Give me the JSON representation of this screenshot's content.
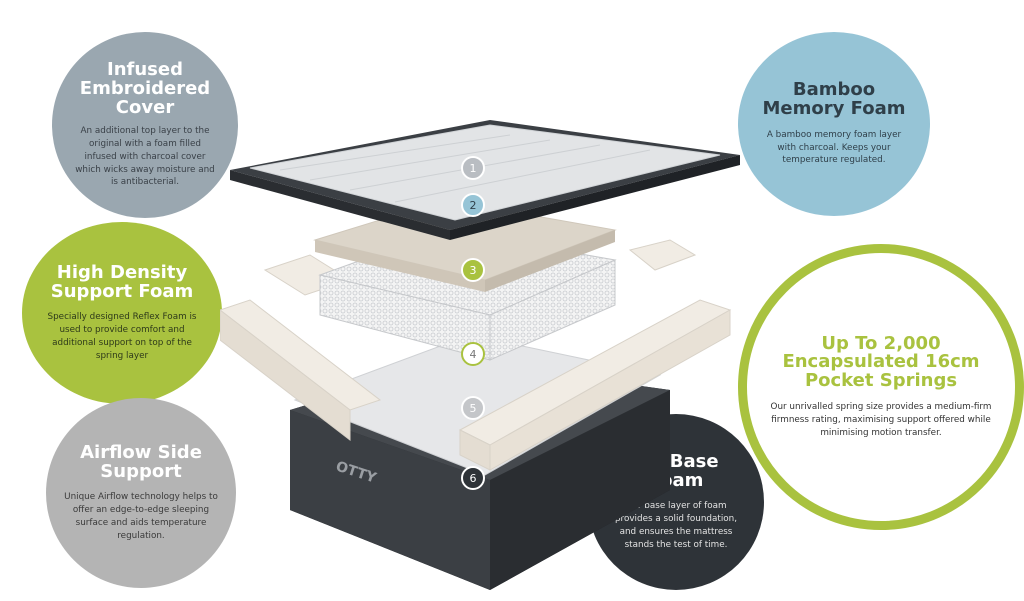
{
  "layers": [
    {
      "title": "Infused Embroidered Cover",
      "text": "An additional top layer to the original with a foam filled infused with charcoal cover which wicks away moisture and is antibacterial."
    },
    {
      "title": "Bamboo Memory Foam",
      "text": "A bamboo memory foam layer with charcoal. Keeps your temperature regulated."
    },
    {
      "title": "High Density Support Foam",
      "text": "Specially designed Reflex Foam is used to provide comfort and additional support on top of the spring layer"
    },
    {
      "title": "Up To 2,000 Encapsulated 16cm Pocket Springs",
      "text": "Our unrivalled spring size provides a medium-firm firmness rating, maximising support offered while minimising motion transfer."
    },
    {
      "title": "Airflow Side Support",
      "text": "Unique Airflow technology helps to offer an edge-to-edge sleeping surface and aids temperature regulation."
    },
    {
      "title": "HD Base Foam",
      "text": "Our base layer of foam provides a solid foundation, and ensures the mattress stands the test of time."
    }
  ],
  "badges": [
    "1",
    "2",
    "3",
    "4",
    "5",
    "6"
  ],
  "brand": "OTTY",
  "colors": {
    "green": "#a9c23f",
    "blue": "#96c4d6",
    "grey": "#9aa7b0",
    "light_grey": "#b4b4b4",
    "dark": "#2e3338"
  }
}
